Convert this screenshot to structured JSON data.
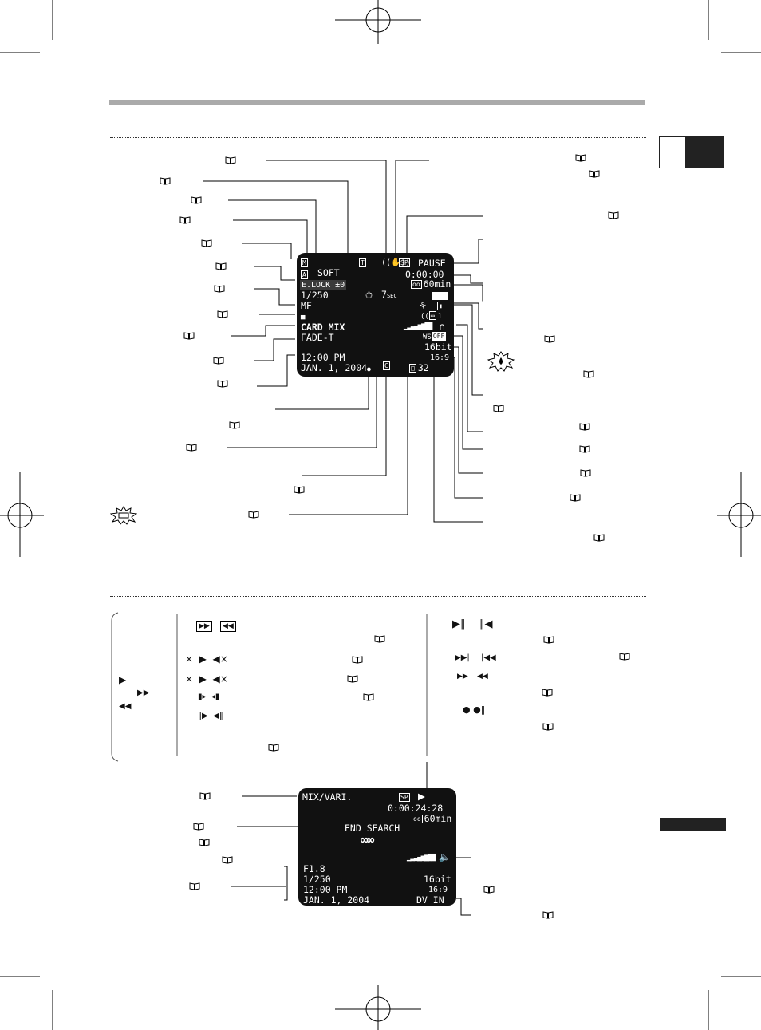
{
  "lcd_recording": {
    "row1_soft": "SOFT",
    "row1_sp": "SP",
    "row1_pause": "PAUSE",
    "row2_elock": "E.LOCK ±0",
    "row2_time": "0:00:00",
    "row3_shutter": "1/250",
    "row3_sec": "7",
    "row3_sec_unit": "SEC",
    "row3_tape": "60min",
    "row4_focus": "MF",
    "row5_card_mix": "CARD MIX",
    "row6_fade": "FADE-T",
    "row6_ws": "WS",
    "row6_ws_badge": "OFF",
    "row6_mic_level": "1",
    "row7_bit": "16bit",
    "row7_time": "12:00 PM",
    "row7_aspect": "16:9",
    "row8_date": "JAN. 1, 2004",
    "row8_card_count": "32"
  },
  "playback_controls": {
    "left_ff": "▶▶",
    "left_rew": "◀◀",
    "left_play": "▶",
    "right_play_pause": "▶‖",
    "right_pause": "‖◀",
    "right_skip_fwd": "▶▶|",
    "right_skip_back": "|◀◀",
    "right_ff": "▶▶",
    "right_rew": "◀◀"
  },
  "lcd_playback": {
    "mix_vari": "MIX/VARI.",
    "sp": "SP",
    "play_symbol": "▶",
    "timecode": "0:00:24:28",
    "tape": "60min",
    "end_search": "END SEARCH",
    "aperture": "F1.8",
    "shutter": "1/250",
    "time": "12:00 PM",
    "date": "JAN. 1, 2004",
    "bit": "16bit",
    "aspect": "16:9",
    "dv_in": "DV IN"
  }
}
